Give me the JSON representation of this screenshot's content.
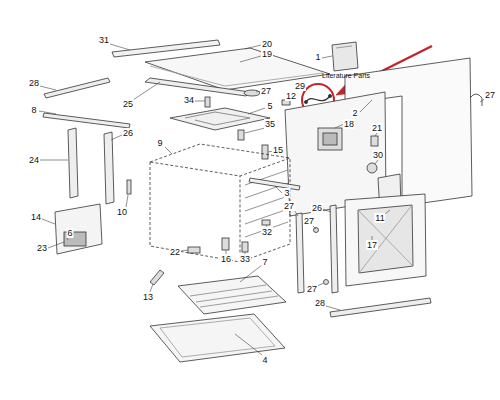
{
  "diagram": {
    "labels": [
      "31",
      "20",
      "19",
      "1",
      "Literature Parts",
      "28",
      "29",
      "27",
      "12",
      "34",
      "25",
      "5",
      "27",
      "8",
      "2",
      "18",
      "21",
      "26",
      "35",
      "9",
      "15",
      "30",
      "24",
      "10",
      "3",
      "27",
      "26",
      "27",
      "11",
      "14",
      "6",
      "23",
      "17",
      "32",
      "22",
      "16",
      "33",
      "7",
      "27",
      "13",
      "28",
      "4"
    ]
  }
}
